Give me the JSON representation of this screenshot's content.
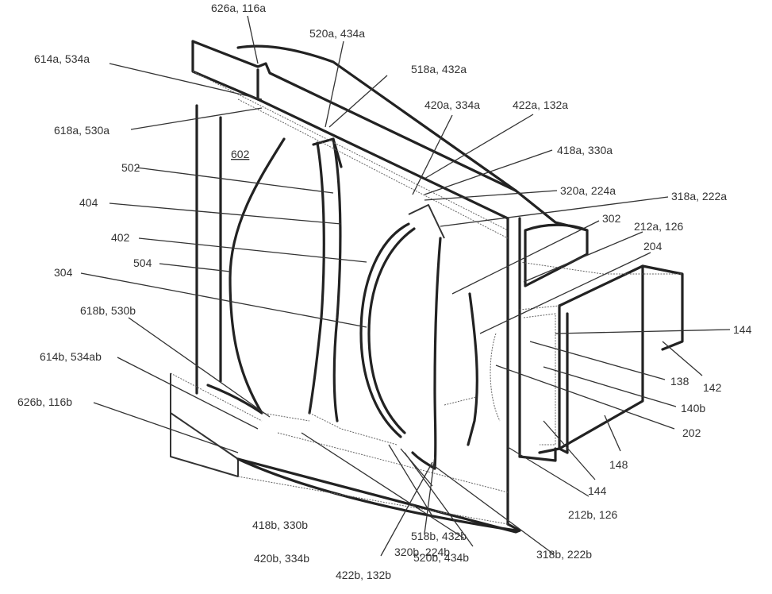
{
  "figure": {
    "type": "patent-line-drawing",
    "description": "Perspective cutaway view of a multi-lens optical assembly housing",
    "labels": [
      {
        "id": "626a",
        "text": "626a, 116a"
      },
      {
        "id": "520a",
        "text": "520a, 434a"
      },
      {
        "id": "614a",
        "text": "614a, 534a"
      },
      {
        "id": "518a",
        "text": "518a, 432a"
      },
      {
        "id": "618a",
        "text": "618a, 530a"
      },
      {
        "id": "420a",
        "text": "420a, 334a"
      },
      {
        "id": "422a",
        "text": "422a, 132a"
      },
      {
        "id": "602",
        "text": "602",
        "underlined": true
      },
      {
        "id": "418a",
        "text": "418a, 330a"
      },
      {
        "id": "502",
        "text": "502"
      },
      {
        "id": "320a",
        "text": "320a, 224a"
      },
      {
        "id": "404",
        "text": "404"
      },
      {
        "id": "318a",
        "text": "318a, 222a"
      },
      {
        "id": "302",
        "text": "302"
      },
      {
        "id": "402",
        "text": "402"
      },
      {
        "id": "212a",
        "text": "212a, 126"
      },
      {
        "id": "504",
        "text": "504"
      },
      {
        "id": "204",
        "text": "204"
      },
      {
        "id": "304",
        "text": "304"
      },
      {
        "id": "618b",
        "text": "618b, 530b"
      },
      {
        "id": "144t",
        "text": "144"
      },
      {
        "id": "614b",
        "text": "614b, 534ab"
      },
      {
        "id": "138",
        "text": "138"
      },
      {
        "id": "142",
        "text": "142"
      },
      {
        "id": "140b",
        "text": "140b"
      },
      {
        "id": "626b",
        "text": "626b, 116b"
      },
      {
        "id": "202",
        "text": "202"
      },
      {
        "id": "148",
        "text": "148"
      },
      {
        "id": "144b",
        "text": "144"
      },
      {
        "id": "518b",
        "text": "518b, 432b"
      },
      {
        "id": "212b",
        "text": "212b, 126"
      },
      {
        "id": "418b",
        "text": "418b, 330b"
      },
      {
        "id": "520b",
        "text": "520b, 434b"
      },
      {
        "id": "420b",
        "text": "420b, 334b"
      },
      {
        "id": "320b",
        "text": "320b, 224b"
      },
      {
        "id": "318b",
        "text": "318b, 222b"
      },
      {
        "id": "422b",
        "text": "422b, 132b"
      }
    ]
  }
}
